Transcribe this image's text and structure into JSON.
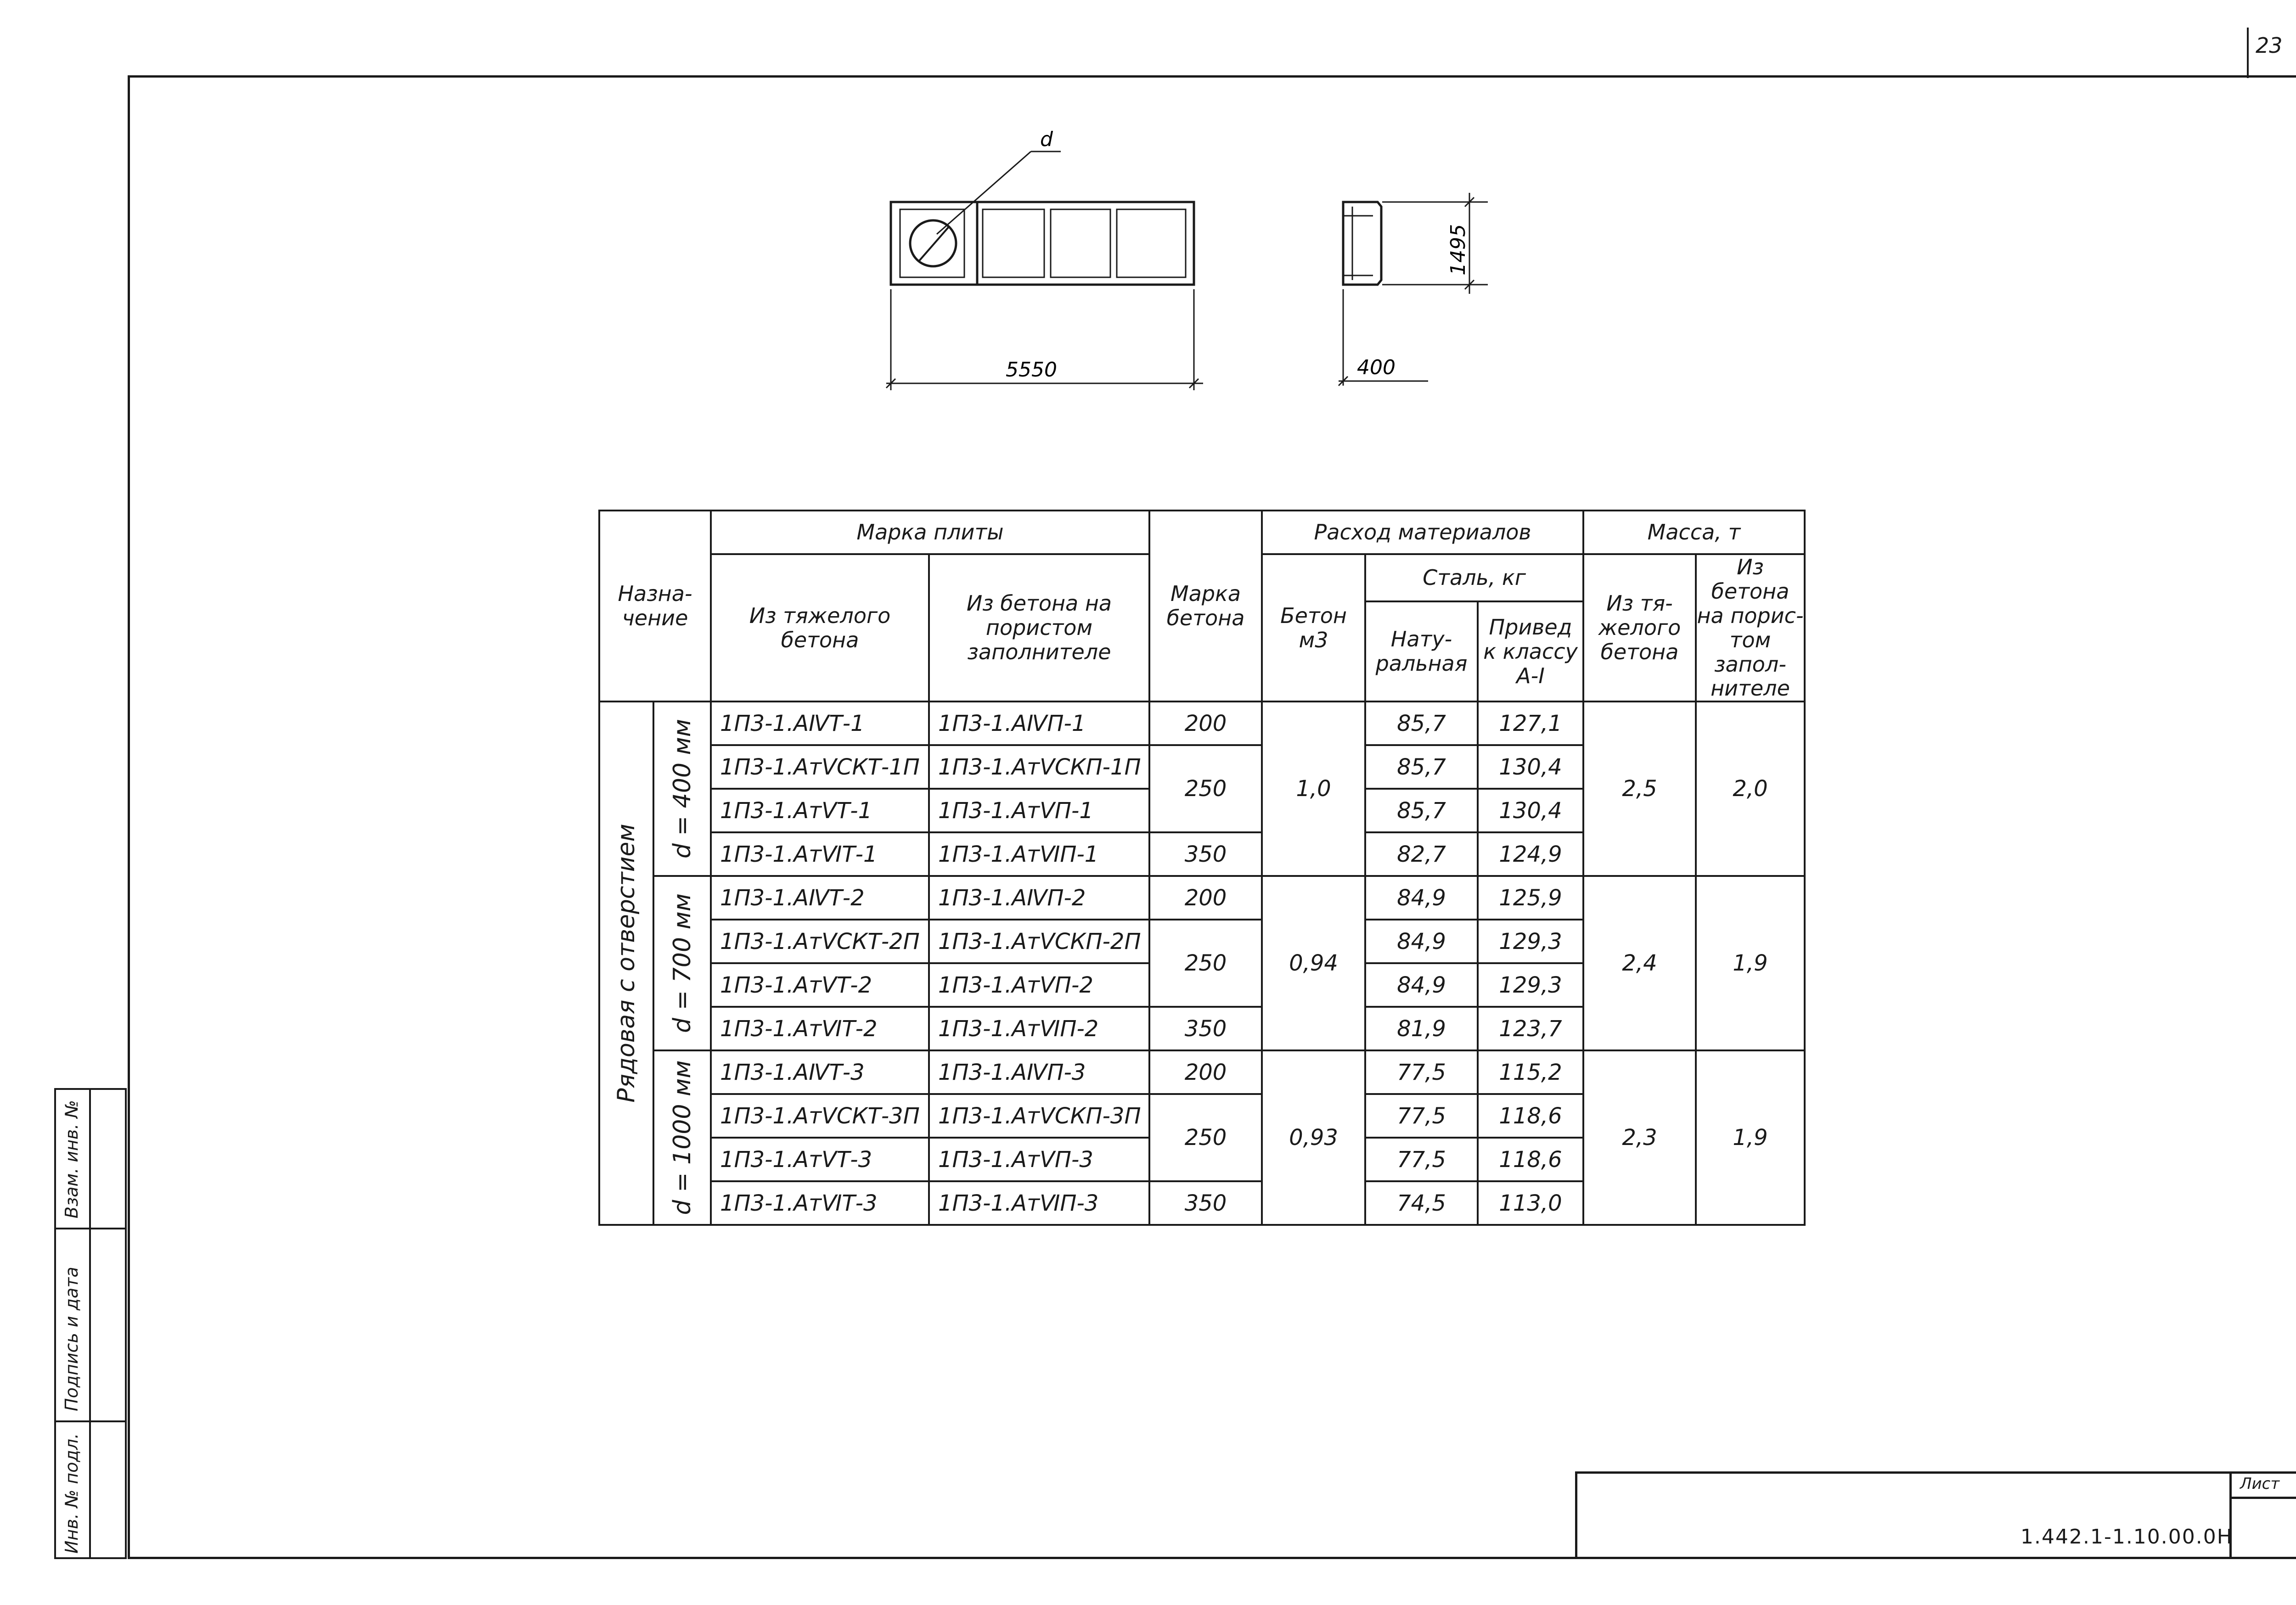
{
  "sheet": {
    "number": "23",
    "sheet_label": "Лист",
    "code": "1.442.1-1.10.00.0Н"
  },
  "side_strip": {
    "labels": [
      "Инв. № подл.",
      "Подпись и дата",
      "Взам. инв. №"
    ]
  },
  "views": {
    "hole_label": "d",
    "length_dim": "5550",
    "height_dim": "1495",
    "width_dim": "400"
  },
  "table": {
    "headers": {
      "purpose": "Назна-\nчение",
      "slab_mark": "Марка плиты",
      "heavy": "Из тяжелого\nбетона",
      "porous": "Из бетона на\nпористом\nзаполнителе",
      "concrete_mark": "Марка\nбетона",
      "consumption": "Расход материалов",
      "concrete": "Бетон\nм3",
      "steel": "Сталь, кг",
      "natural": "Нату-\nральная",
      "reduced": "Привед\nк классу\nА-I",
      "mass": "Масса, т",
      "mass_heavy": "Из тя-\nжелого\nбетона",
      "mass_porous": "Из бетона\nна порис-\nтом запол-\nнителе"
    },
    "purpose_label": "Рядовая с отверстием",
    "groups": [
      {
        "d_label": "d = 400 мм",
        "concrete_m3": "1,0",
        "mass_heavy": "2,5",
        "mass_porous": "2,0",
        "rows": [
          {
            "heavy": "1П3-1.АⅣТ-1",
            "porous": "1П3-1.АⅣП-1",
            "mark": "200",
            "natural": "85,7",
            "reduced": "127,1"
          },
          {
            "heavy": "1П3-1.АтⅤСКТ-1П",
            "porous": "1П3-1.АтⅤСКП-1П",
            "mark": "250",
            "natural": "85,7",
            "reduced": "130,4"
          },
          {
            "heavy": "1П3-1.АтⅤТ-1",
            "porous": "1П3-1.АтⅤП-1",
            "mark": "",
            "natural": "85,7",
            "reduced": "130,4"
          },
          {
            "heavy": "1П3-1.АтⅥТ-1",
            "porous": "1П3-1.АтⅥП-1",
            "mark": "350",
            "natural": "82,7",
            "reduced": "124,9"
          }
        ]
      },
      {
        "d_label": "d = 700 мм",
        "concrete_m3": "0,94",
        "mass_heavy": "2,4",
        "mass_porous": "1,9",
        "rows": [
          {
            "heavy": "1П3-1.АⅣТ-2",
            "porous": "1П3-1.АⅣП-2",
            "mark": "200",
            "natural": "84,9",
            "reduced": "125,9"
          },
          {
            "heavy": "1П3-1.АтⅤСКТ-2П",
            "porous": "1П3-1.АтⅤСКП-2П",
            "mark": "250",
            "natural": "84,9",
            "reduced": "129,3"
          },
          {
            "heavy": "1П3-1.АтⅤТ-2",
            "porous": "1П3-1.АтⅤП-2",
            "mark": "",
            "natural": "84,9",
            "reduced": "129,3"
          },
          {
            "heavy": "1П3-1.АтⅥТ-2",
            "porous": "1П3-1.АтⅥП-2",
            "mark": "350",
            "natural": "81,9",
            "reduced": "123,7"
          }
        ]
      },
      {
        "d_label": "d = 1000 мм",
        "concrete_m3": "0,93",
        "mass_heavy": "2,3",
        "mass_porous": "1,9",
        "rows": [
          {
            "heavy": "1П3-1.АⅣТ-3",
            "porous": "1П3-1.АⅣП-3",
            "mark": "200",
            "natural": "77,5",
            "reduced": "115,2"
          },
          {
            "heavy": "1П3-1.АтⅤСКТ-3П",
            "porous": "1П3-1.АтⅤСКП-3П",
            "mark": "250",
            "natural": "77,5",
            "reduced": "118,6"
          },
          {
            "heavy": "1П3-1.АтⅤТ-3",
            "porous": "1П3-1.АтⅤП-3",
            "mark": "",
            "natural": "77,5",
            "reduced": "118,6"
          },
          {
            "heavy": "1П3-1.АтⅥТ-3",
            "porous": "1П3-1.АтⅥП-3",
            "mark": "350",
            "natural": "74,5",
            "reduced": "113,0"
          }
        ]
      }
    ]
  }
}
